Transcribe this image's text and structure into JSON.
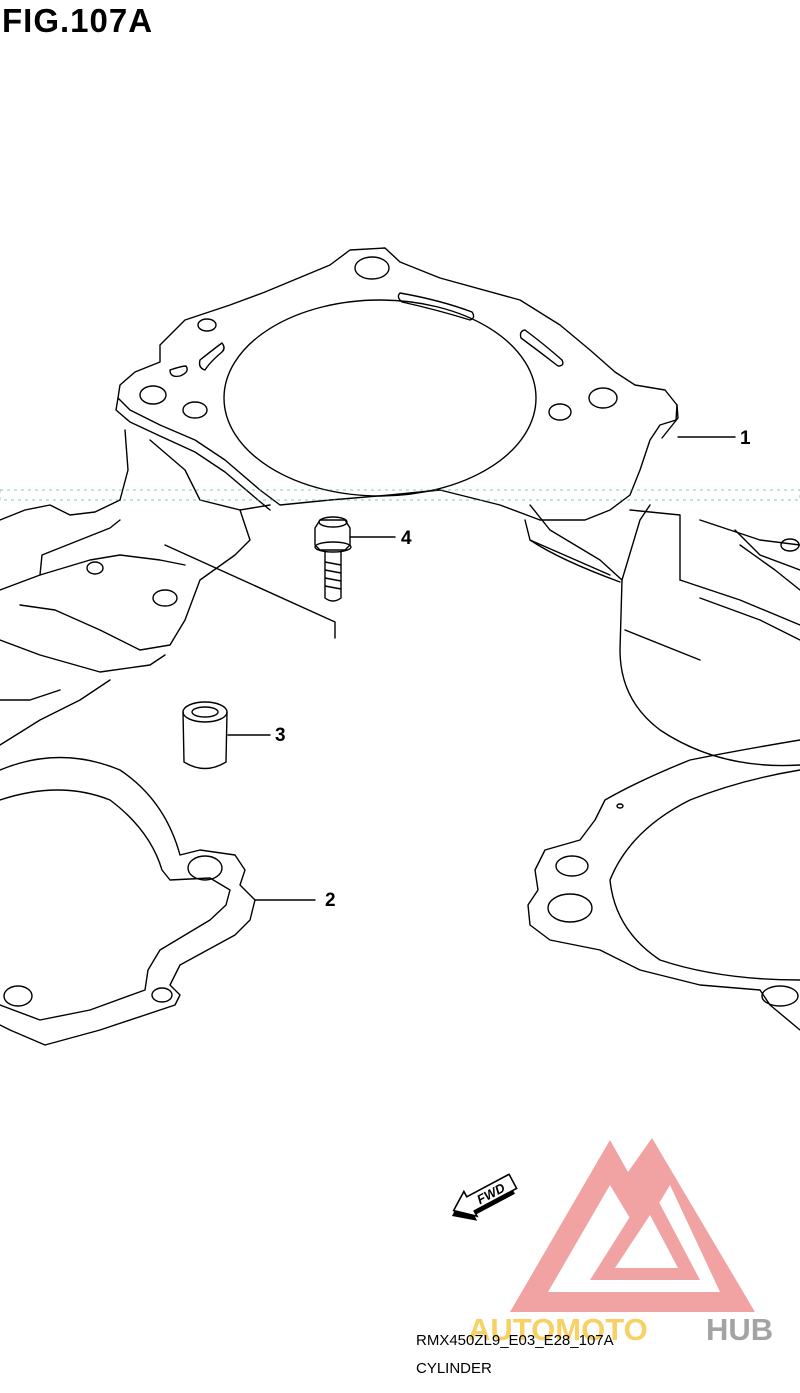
{
  "figure": {
    "title": "FIG.107A"
  },
  "callouts": [
    {
      "number": "1",
      "part": "cylinder"
    },
    {
      "number": "2",
      "part": "gasket"
    },
    {
      "number": "3",
      "part": "dowel-pin"
    },
    {
      "number": "4",
      "part": "bolt"
    }
  ],
  "fwd_arrow": {
    "label": "FWD"
  },
  "watermark": {
    "text_a": "AUTOMOTO",
    "text_b": "HUB",
    "color_a": "#f6c949",
    "color_b": "#9a9a9a",
    "logo_color": "#ee8c8c"
  },
  "footer": {
    "code": "RMX450ZL9_E03_E28_107A",
    "name": "CYLINDER"
  }
}
